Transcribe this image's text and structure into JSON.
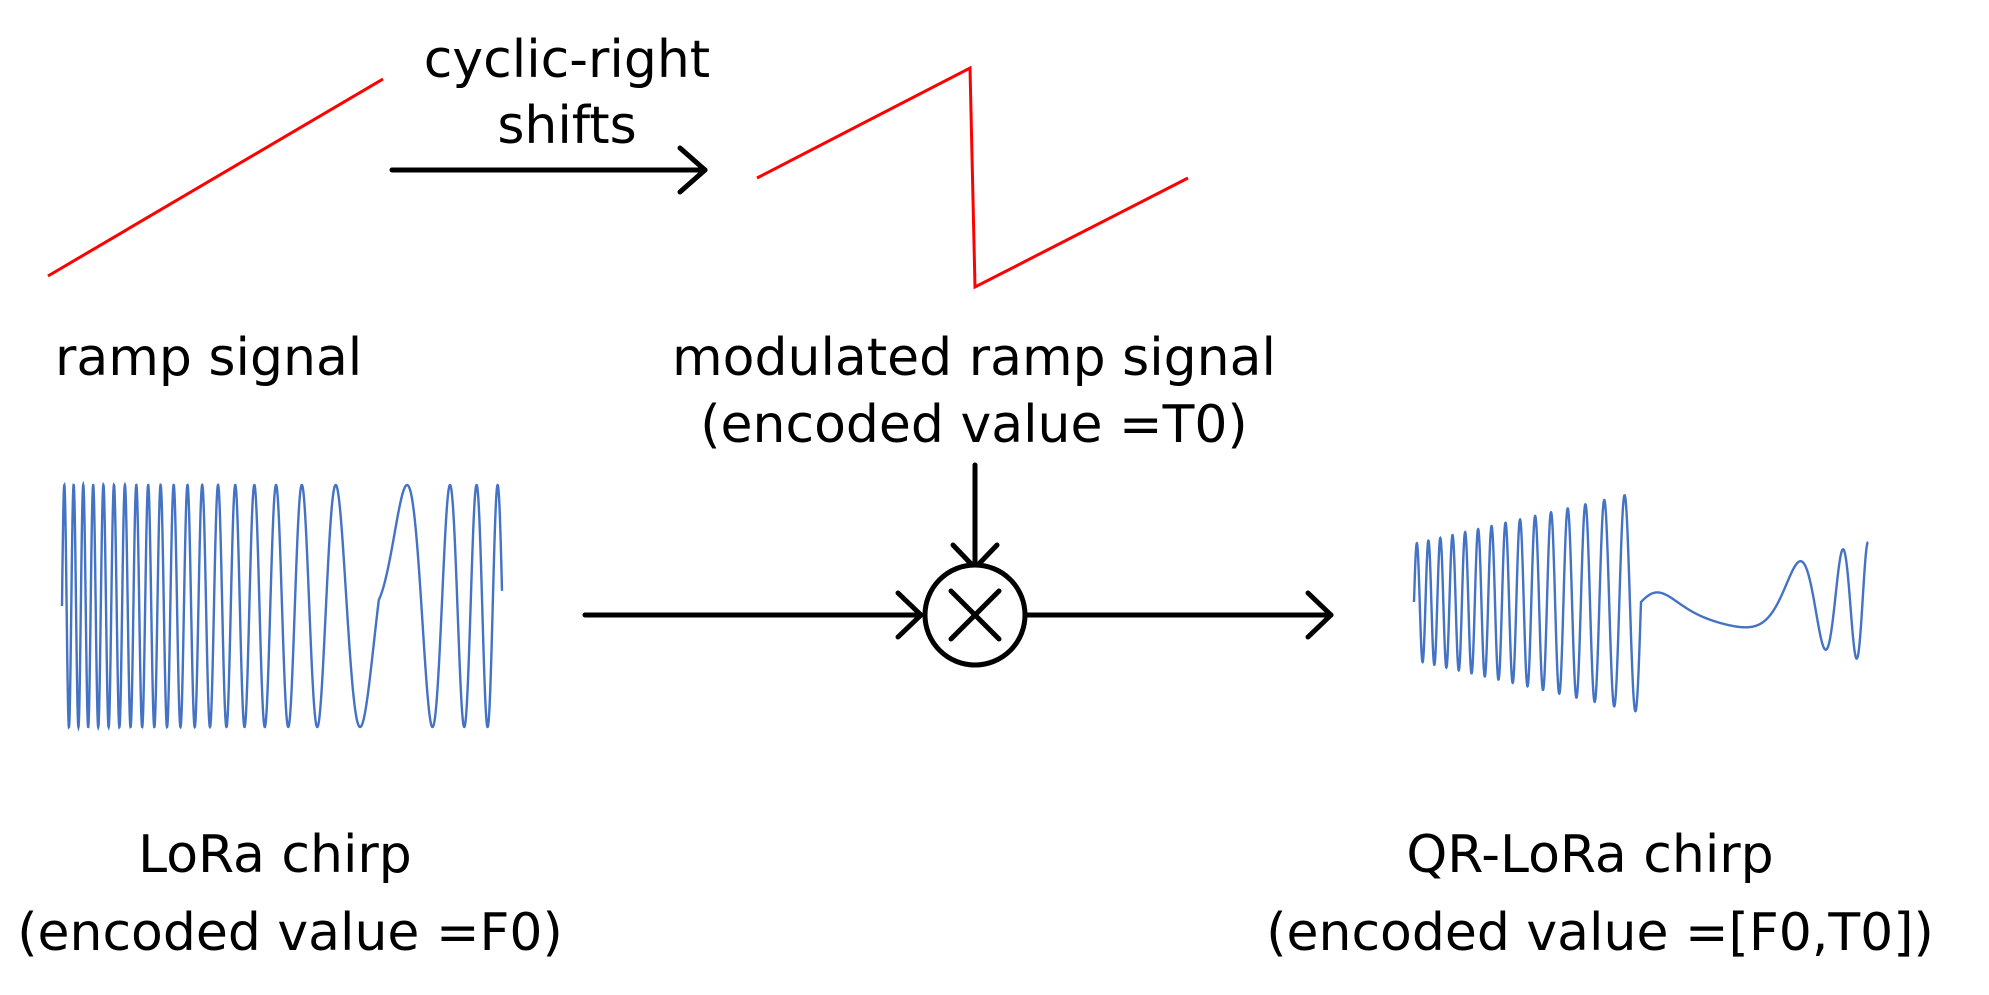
{
  "labels": {
    "shift": [
      "cyclic-right",
      "shifts"
    ],
    "ramp": "ramp signal",
    "modulated_ramp": "modulated ramp signal",
    "modulated_ramp_value": "(encoded value =T0)",
    "lora": "LoRa chirp",
    "lora_value": "(encoded value =F0)",
    "qr_lora": "QR-LoRa chirp",
    "qr_lora_value": "(encoded value =[F0,T0])"
  },
  "colors": {
    "ramp": "#ff0000",
    "chirp": "#4472c4",
    "arrows": "#000000"
  },
  "icons": {
    "mixer": "circled-times-multiplier-icon"
  }
}
